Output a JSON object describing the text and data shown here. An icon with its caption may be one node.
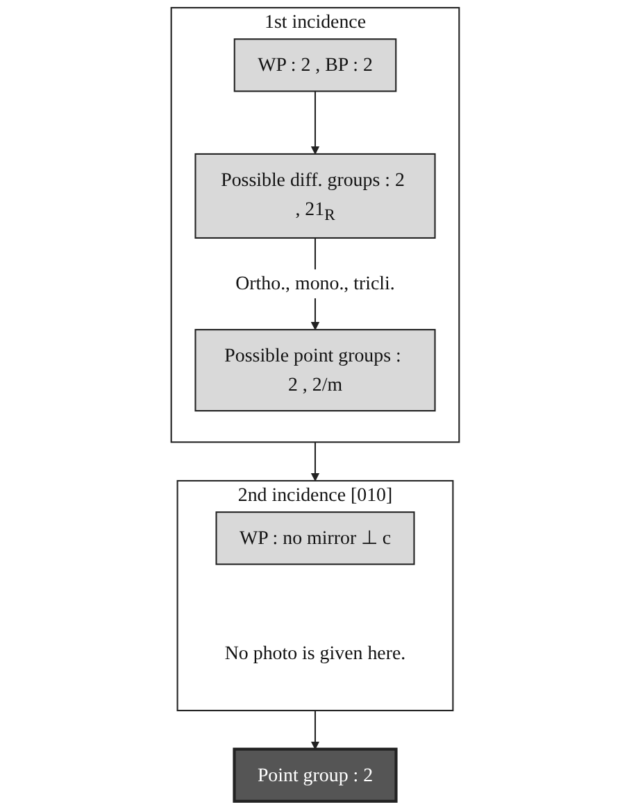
{
  "diagram": {
    "nodes": [
      {
        "text": [
          "1st incidence"
        ]
      },
      {
        "text": [
          "WP : 2 ,  BP : 2"
        ],
        "in": 0
      },
      {
        "text": [
          "Possible diff. groups : 2 , 21$_{R}$"
        ],
        "in": 0
      },
      {
        "text": [
          "Possible point groups : 2 , 2/m"
        ],
        "in": 0
      },
      {
        "text": [
          "2nd incidence  [010]",
          "No photo is given here."
        ]
      },
      {
        "text": [
          "WP : no mirror ⊥ c"
        ],
        "in": 4
      },
      {
        "text": [
          "Point group : 2"
        ]
      }
    ],
    "edges": [
      {
        "from": 1,
        "to": 2,
        "arrow": "to"
      },
      {
        "from": 2,
        "to": 3,
        "arrow": "to",
        "label": "Ortho., mono., tricli."
      },
      {
        "from": 0,
        "to": 4,
        "arrow": "to"
      },
      {
        "from": 4,
        "to": 6,
        "arrow": "to"
      }
    ]
  }
}
